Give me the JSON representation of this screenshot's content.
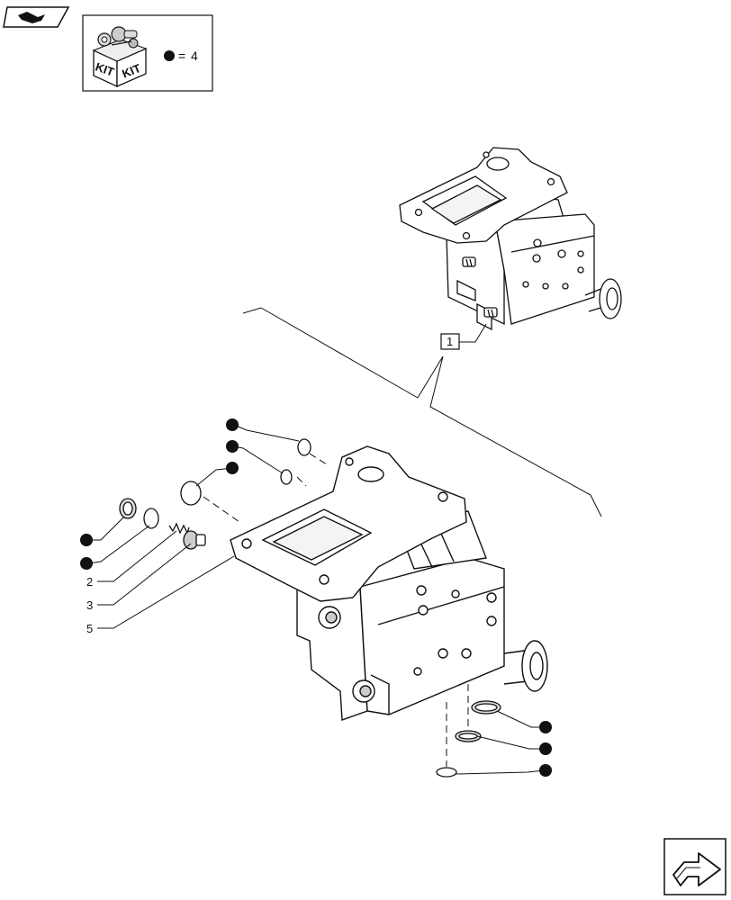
{
  "kit_legend": {
    "label_left": "KIT",
    "label_right": "KIT",
    "equals": "=",
    "count": "4"
  },
  "reference_box": {
    "label": "1"
  },
  "callouts": [
    {
      "label": "2"
    },
    {
      "label": "3"
    },
    {
      "label": "5"
    }
  ],
  "icons": {
    "top_nav": "arrow-nav-icon",
    "bottom_nav": "next-page-arrow-icon",
    "kit": "kit-box-icon",
    "kit_dot": "kit-dot-icon"
  }
}
